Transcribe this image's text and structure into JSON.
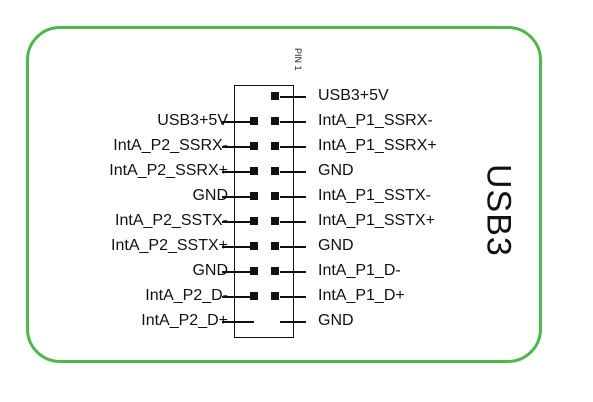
{
  "header_fragment": "",
  "pin_marker": "PIN 1",
  "connector_title": "USB3",
  "left_pins": [
    "USB3+5V",
    "IntA_P2_SSRX-",
    "IntA_P2_SSRX+",
    "GND",
    "IntA_P2_SSTX-",
    "IntA_P2_SSTX+",
    "GND",
    "IntA_P2_D-",
    "IntA_P2_D+"
  ],
  "right_pins": [
    "USB3+5V",
    "IntA_P1_SSRX-",
    "IntA_P1_SSRX+",
    "GND",
    "IntA_P1_SSTX-",
    "IntA_P1_SSTX+",
    "GND",
    "IntA_P1_D-",
    "IntA_P1_D+",
    "GND"
  ],
  "colors": {
    "border": "#4cb848",
    "ink": "#111111"
  }
}
